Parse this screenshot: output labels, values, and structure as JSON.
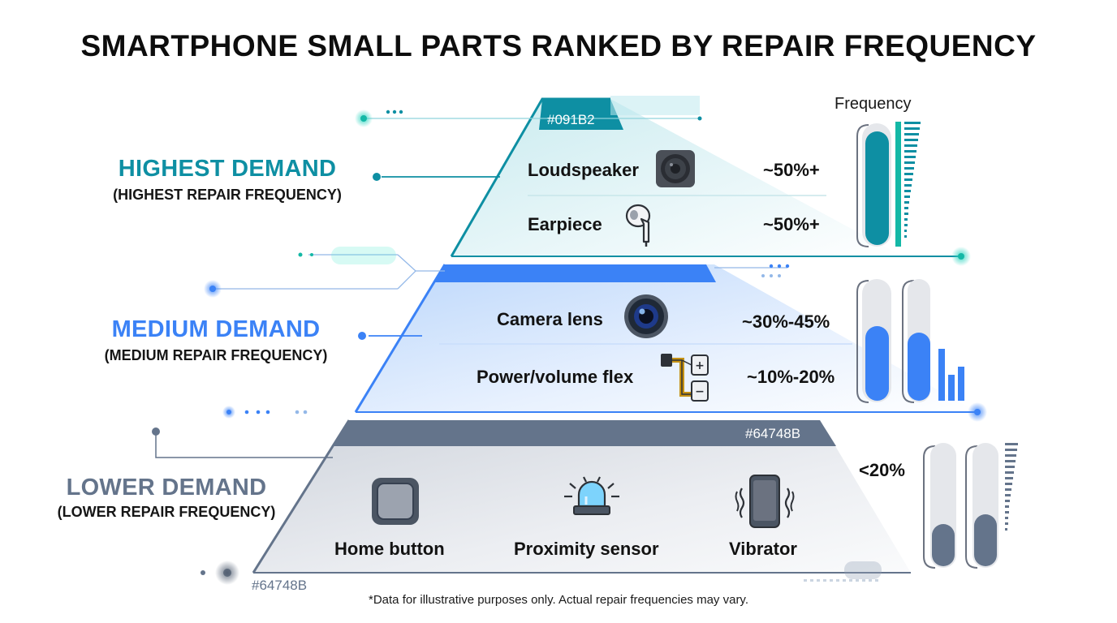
{
  "title": "SMARTPHONE SMALL PARTS RANKED BY REPAIR FREQUENCY",
  "frequency_header": "Frequency",
  "tiers": [
    {
      "title": "HIGHEST DEMAND",
      "subtitle": "(HIGHEST REPAIR FREQUENCY)",
      "color_tag": "#091B2",
      "accent": "#0e8fa3",
      "items": [
        {
          "label": "Loudspeaker",
          "value": "~50%+",
          "icon": "speaker-icon"
        },
        {
          "label": "Earpiece",
          "value": "~50%+",
          "icon": "earbud-icon"
        }
      ]
    },
    {
      "title": "MEDIUM DEMAND",
      "subtitle": "(MEDIUM REPAIR FREQUENCY)",
      "accent": "#3b82f6",
      "items": [
        {
          "label": "Camera lens",
          "value": "~30%-45%",
          "icon": "camera-lens-icon"
        },
        {
          "label": "Power/volume flex",
          "value": "~10%-20%",
          "icon": "flex-cable-icon"
        }
      ]
    },
    {
      "title": "LOWER DEMAND",
      "subtitle": "(LOWER REPAIR FREQUENCY)",
      "color_tag": "#64748B",
      "color_tag_bottom": "#64748B",
      "value": "<20%",
      "accent": "#64748b",
      "items": [
        {
          "label": "Home button",
          "icon": "home-button-icon"
        },
        {
          "label": "Proximity sensor",
          "icon": "proximity-sensor-icon"
        },
        {
          "label": "Vibrator",
          "icon": "vibrating-phone-icon"
        }
      ]
    }
  ],
  "footnote": "*Data for illustrative purposes only. Actual repair frequencies may vary."
}
